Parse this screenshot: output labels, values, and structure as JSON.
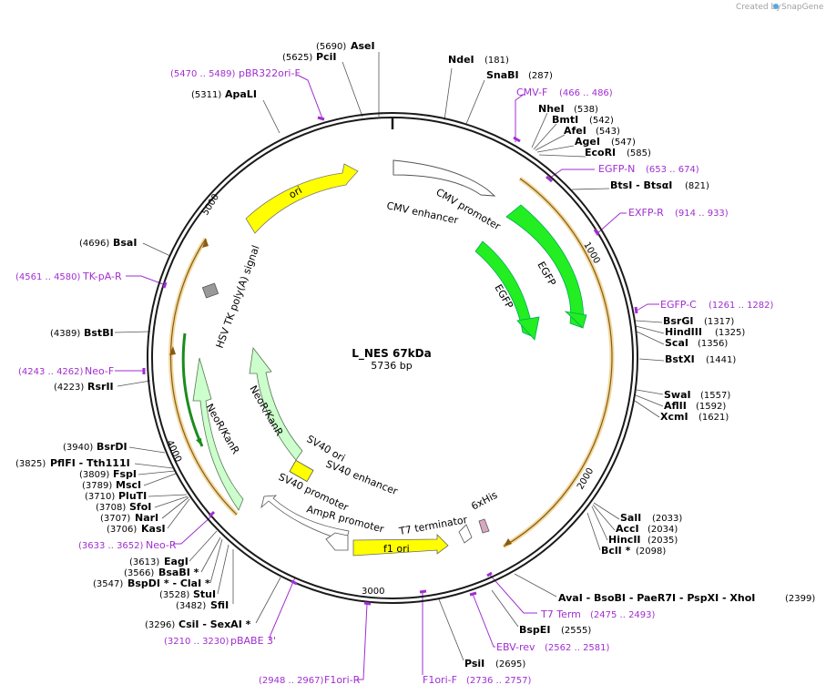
{
  "header": {
    "created_by": "Created by",
    "brand": "SnapGene"
  },
  "plasmid": {
    "name": "L_NES 67kDa",
    "length_label": "5736 bp"
  },
  "ticks": [
    "1000",
    "2000",
    "3000",
    "4000",
    "5000"
  ],
  "features": {
    "cmv_enhancer": "CMV enhancer",
    "cmv_promoter": "CMV promoter",
    "egfp": "EGFP",
    "egfp2": "EGFP",
    "ori": "ori",
    "hsv": "HSV TK poly(A) signal",
    "neo1": "NeoR/KanR",
    "neo2": "NeoR/KanR",
    "sv40ori": "SV40 ori",
    "sv40enh": "SV40 enhancer",
    "sv40prom": "SV40 promoter",
    "ampr": "AmpR promoter",
    "f1ori": "f1 ori",
    "t7term": "T7 terminator",
    "his": "6xHis"
  },
  "sites": [
    {
      "name": "AseI",
      "pos": "(5690)"
    },
    {
      "name": "PciI",
      "pos": "(5625)"
    },
    {
      "name": "ApaLI",
      "pos": "(5311)"
    },
    {
      "name": "NdeI",
      "pos": "(181)"
    },
    {
      "name": "SnaBI",
      "pos": "(287)"
    },
    {
      "name": "NheI",
      "pos": "(538)"
    },
    {
      "name": "BmtI",
      "pos": "(542)"
    },
    {
      "name": "AfeI",
      "pos": "(543)"
    },
    {
      "name": "AgeI",
      "pos": "(547)"
    },
    {
      "name": "EcoRI",
      "pos": "(585)"
    },
    {
      "name": "BtsI  - BtsαI",
      "pos": "(821)"
    },
    {
      "name": "BsrGI",
      "pos": "(1317)"
    },
    {
      "name": "HindIII",
      "pos": "(1325)"
    },
    {
      "name": "ScaI",
      "pos": "(1356)"
    },
    {
      "name": "BstXI",
      "pos": "(1441)"
    },
    {
      "name": "SwaI",
      "pos": "(1557)"
    },
    {
      "name": "AflII",
      "pos": "(1592)"
    },
    {
      "name": "XcmI",
      "pos": "(1621)"
    },
    {
      "name": "SalI",
      "pos": "(2033)"
    },
    {
      "name": "AccI",
      "pos": "(2034)"
    },
    {
      "name": "HincII",
      "pos": "(2035)"
    },
    {
      "name": "BclI *",
      "pos": "(2098)"
    },
    {
      "name": "AvaI  - BsoBI  - PaeR7I  - PspXI  - XhoI",
      "pos": "(2399)"
    },
    {
      "name": "BspEI",
      "pos": "(2555)"
    },
    {
      "name": "PsiI",
      "pos": "(2695)"
    },
    {
      "name": "BsaI",
      "pos": "(4696)"
    },
    {
      "name": "BstBI",
      "pos": "(4389)"
    },
    {
      "name": "RsrII",
      "pos": "(4223)"
    },
    {
      "name": "BsrDI",
      "pos": "(3940)"
    },
    {
      "name": "PflFI  - Tth111I",
      "pos": "(3825)"
    },
    {
      "name": "FspI",
      "pos": "(3809)"
    },
    {
      "name": "MscI",
      "pos": "(3789)"
    },
    {
      "name": "PluTI",
      "pos": "(3710)"
    },
    {
      "name": "SfoI",
      "pos": "(3708)"
    },
    {
      "name": "NarI",
      "pos": "(3707)"
    },
    {
      "name": "KasI",
      "pos": "(3706)"
    },
    {
      "name": "EagI",
      "pos": "(3613)"
    },
    {
      "name": "BsaBI *",
      "pos": "(3566)"
    },
    {
      "name": "BspDI *  - ClaI *",
      "pos": "(3547)"
    },
    {
      "name": "StuI",
      "pos": "(3528)"
    },
    {
      "name": "SfiI",
      "pos": "(3482)"
    },
    {
      "name": "CsiI  - SexAI *",
      "pos": "(3296)"
    }
  ],
  "primers": [
    {
      "name": "pBR322ori-F",
      "range": "(5470 .. 5489)"
    },
    {
      "name": "CMV-F",
      "range": "(466 .. 486)"
    },
    {
      "name": "EGFP-N",
      "range": "(653 .. 674)"
    },
    {
      "name": "EXFP-R",
      "range": "(914 .. 933)"
    },
    {
      "name": "EGFP-C",
      "range": "(1261 .. 1282)"
    },
    {
      "name": "TK-pA-R",
      "range": "(4561 .. 4580)"
    },
    {
      "name": "Neo-F",
      "range": "(4243 .. 4262)"
    },
    {
      "name": "Neo-R",
      "range": "(3633 .. 3652)"
    },
    {
      "name": "T7 Term",
      "range": "(2475 .. 2493)"
    },
    {
      "name": "EBV-rev",
      "range": "(2562 .. 2581)"
    },
    {
      "name": "pBABE 3'",
      "range": "(3210 .. 3230)"
    },
    {
      "name": "F1ori-R",
      "range": "(2948 .. 2967)"
    },
    {
      "name": "F1ori-F",
      "range": "(2736 .. 2757)"
    }
  ],
  "colors": {
    "backbone": "#1a1a1a",
    "orange_arc": "#d4a23a",
    "egfp_green": "#22ee22",
    "ori_yellow": "#ffff00",
    "neo_green": "#ccffcc",
    "primer_purple": "#a02ed0"
  }
}
